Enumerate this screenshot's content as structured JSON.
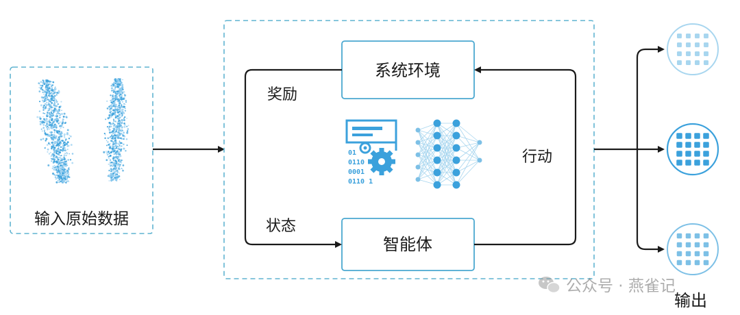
{
  "input": {
    "label": "输入原始数据"
  },
  "environment": {
    "label": "系统环境"
  },
  "agent": {
    "label": "智能体"
  },
  "edges": {
    "reward": "奖励",
    "state": "状态",
    "action": "行动"
  },
  "center_icon": {
    "binary_lines": [
      "01",
      "0110",
      "0001",
      "0110 1"
    ]
  },
  "output": {
    "label": "输出"
  },
  "watermark": {
    "text": "公众号 · 燕雀记"
  },
  "colors": {
    "dashed_border": "#5fb3d0",
    "box_border": "#4aa8d0",
    "arrow": "#1a1a1a",
    "accent_blue": "#3ba1dc",
    "light_blue": "#a8d6ef"
  }
}
